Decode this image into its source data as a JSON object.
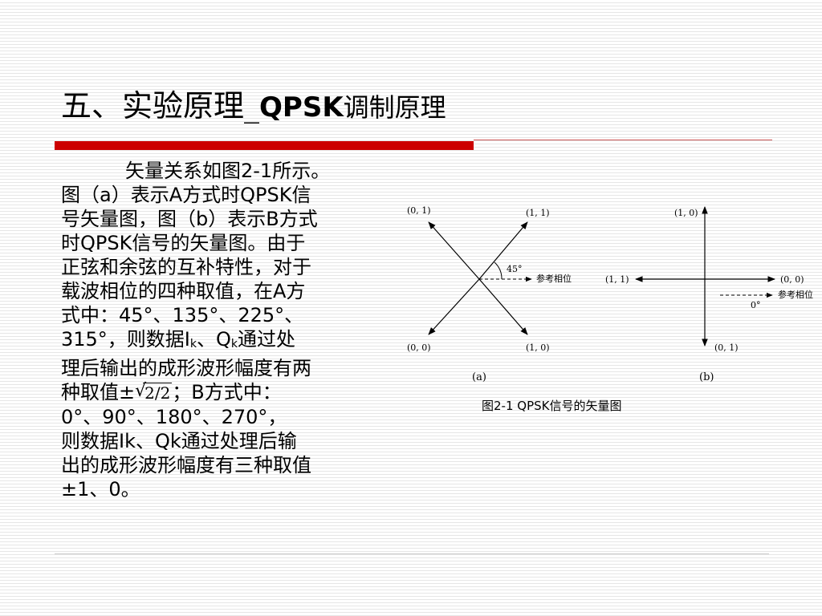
{
  "title": {
    "main": "五、实验原理_",
    "latin": "QPSK",
    "tail": "调制原理"
  },
  "body": {
    "lines": [
      "矢量关系如图2-1所示。",
      "图（a）表示A方式时QPSK信",
      "号矢量图，图（b）表示B方式",
      "时QPSK信号的矢量图。由于",
      "正弦和余弦的互补特性，对于",
      "载波相位的四种取值，在A方",
      "式中：45°、135°、225°、"
    ],
    "line8_a": "315°，则数据I",
    "line8_sub1": "k",
    "line8_b": "、Q",
    "line8_sub2": "k",
    "line8_c": "通过处",
    "line9": "理后输出的成形波形幅度有两",
    "line10_a": "种取值±",
    "sqrt_expr": "2/2",
    "line10_b": "；B方式中：",
    "line11": "0°、90°、180°、270°，",
    "line12": "则数据Ik、Qk通过处理后输",
    "line13": "出的成形波形幅度有三种取值",
    "line14": "±1、0。"
  },
  "diagram": {
    "a": {
      "points": [
        "(0, 1)",
        "(1, 1)",
        "(0, 0)",
        "(1, 0)"
      ],
      "angle": "45°",
      "ref": "参考相位",
      "label": "(a)"
    },
    "b": {
      "points": [
        "(1, 0)",
        "(1, 1)",
        "(0, 0)",
        "(0, 1)"
      ],
      "angle": "0°",
      "ref": "参考相位",
      "label": "(b)"
    }
  },
  "caption": "图2-1  QPSK信号的矢量图"
}
